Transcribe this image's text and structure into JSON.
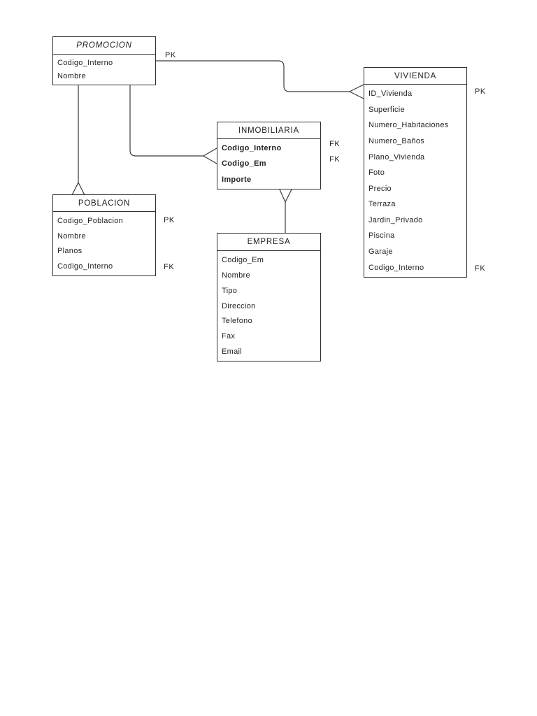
{
  "page": {
    "background_color": "#ffffff",
    "description": "Entity-relationship diagram page"
  },
  "diagram": {
    "type": "er-diagram",
    "colors": {
      "line": "#3a3a3a",
      "border": "#2f2f2f",
      "text": "#222222",
      "background": "#ffffff"
    },
    "entities": [
      {
        "id": "promocion",
        "title": "PROMOCION",
        "attributes": [
          {
            "name": "Codigo_Interno",
            "key": "PK"
          },
          {
            "name": "Nombre",
            "key": ""
          }
        ]
      },
      {
        "id": "vivienda",
        "title": "VIVIENDA",
        "attributes": [
          {
            "name": "ID_Vivienda",
            "key": "PK"
          },
          {
            "name": "Superficie",
            "key": ""
          },
          {
            "name": "Numero_Habitaciones",
            "key": ""
          },
          {
            "name": "Numero_Baños",
            "key": ""
          },
          {
            "name": "Plano_Vivienda",
            "key": ""
          },
          {
            "name": "Foto",
            "key": ""
          },
          {
            "name": "Precio",
            "key": ""
          },
          {
            "name": "Terraza",
            "key": ""
          },
          {
            "name": "Jardin_Privado",
            "key": ""
          },
          {
            "name": "Piscina",
            "key": ""
          },
          {
            "name": "Garaje",
            "key": ""
          },
          {
            "name": "Codigo_Interno",
            "key": "FK"
          }
        ]
      },
      {
        "id": "inmobiliaria",
        "title": "INMOBILIARIA",
        "attributes": [
          {
            "name": "Codigo_Interno",
            "key": "FK"
          },
          {
            "name": "Codigo_Em",
            "key": "FK"
          },
          {
            "name": "Importe",
            "key": ""
          }
        ]
      },
      {
        "id": "poblacion",
        "title": "POBLACION",
        "attributes": [
          {
            "name": "Codigo_Poblacion",
            "key": "PK"
          },
          {
            "name": "Nombre",
            "key": ""
          },
          {
            "name": "Planos",
            "key": ""
          },
          {
            "name": "Codigo_Interno",
            "key": "FK"
          }
        ]
      },
      {
        "id": "empresa",
        "title": "EMPRESA",
        "attributes": [
          {
            "name": "Codigo_Em",
            "key": ""
          },
          {
            "name": "Nombre",
            "key": ""
          },
          {
            "name": "Tipo",
            "key": ""
          },
          {
            "name": "Direccion",
            "key": ""
          },
          {
            "name": "Telefono",
            "key": ""
          },
          {
            "name": "Fax",
            "key": ""
          },
          {
            "name": "Email",
            "key": ""
          }
        ]
      }
    ],
    "connections": [
      {
        "from": "PROMOCION",
        "to": "VIVIENDA",
        "cardinality_symbol": "crow-foot at VIVIENDA (ID_Vivienda)"
      },
      {
        "from": "PROMOCION",
        "to": "INMOBILIARIA",
        "cardinality_symbol": "crow-foot at INMOBILIARIA left side"
      },
      {
        "from": "PROMOCION",
        "to": "POBLACION",
        "cardinality_symbol": "crow-foot at POBLACION top"
      },
      {
        "from": "INMOBILIARIA",
        "to": "EMPRESA",
        "cardinality_symbol": "crow-foot at INMOBILIARIA bottom"
      }
    ]
  }
}
